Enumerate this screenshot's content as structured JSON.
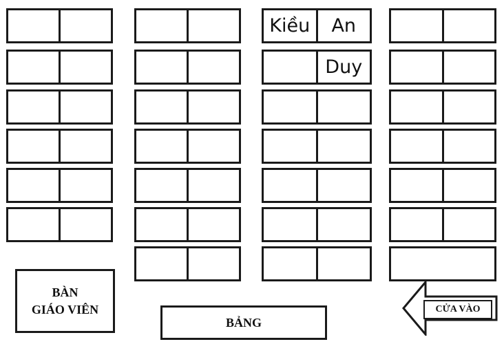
{
  "labels": {
    "teacher_line1": "BÀN",
    "teacher_line2": "GIÁO VIÊN",
    "board": "BẢNG",
    "entrance": "CỬA VÀO"
  },
  "columns": [
    {
      "desks": [
        [
          "",
          ""
        ],
        [
          "",
          ""
        ],
        [
          "",
          ""
        ],
        [
          "",
          ""
        ],
        [
          "",
          ""
        ],
        [
          "",
          ""
        ]
      ]
    },
    {
      "desks": [
        [
          "",
          ""
        ],
        [
          "",
          ""
        ],
        [
          "",
          ""
        ],
        [
          "",
          ""
        ],
        [
          "",
          ""
        ],
        [
          "",
          ""
        ],
        [
          "",
          ""
        ]
      ]
    },
    {
      "desks": [
        [
          "Kiều",
          "An"
        ],
        [
          "",
          "Duy"
        ],
        [
          "",
          ""
        ],
        [
          "",
          ""
        ],
        [
          "",
          ""
        ],
        [
          "",
          ""
        ],
        [
          "",
          ""
        ]
      ]
    },
    {
      "desks": [
        [
          "",
          ""
        ],
        [
          "",
          ""
        ],
        [
          "",
          ""
        ],
        [
          "",
          ""
        ],
        [
          "",
          ""
        ],
        [
          "",
          ""
        ],
        [
          ""
        ]
      ]
    }
  ]
}
